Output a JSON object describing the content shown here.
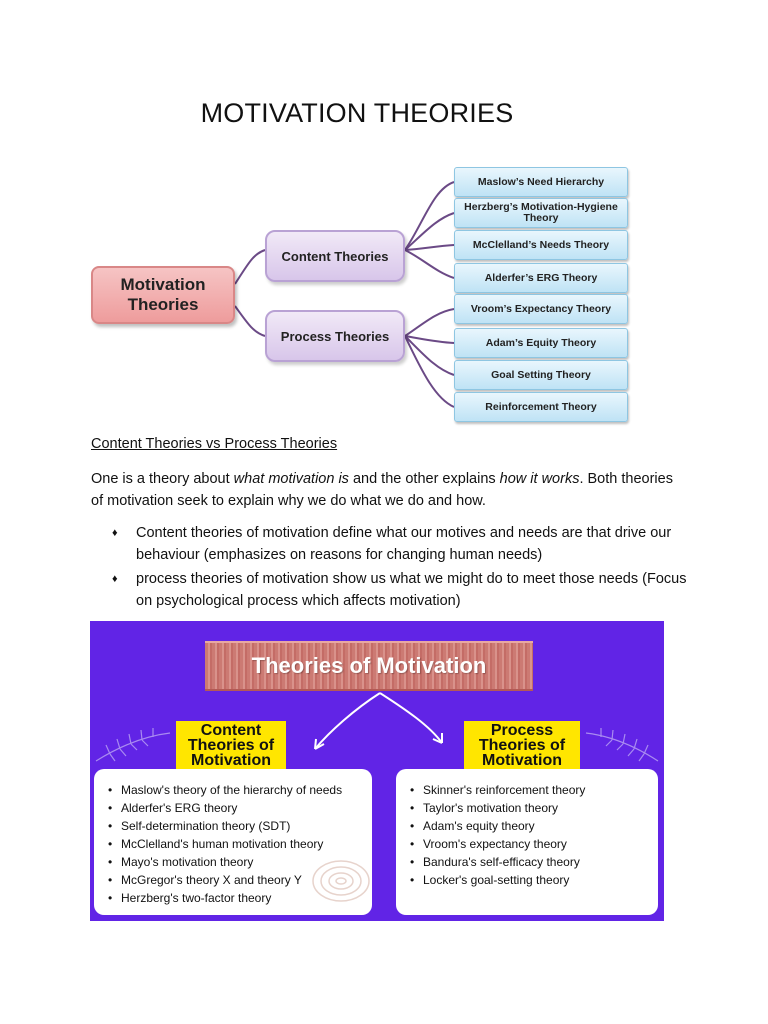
{
  "title": "MOTIVATION THEORIES",
  "diagram": {
    "root": "Motivation Theories",
    "branches": [
      {
        "label": "Content Theories",
        "leaves": [
          "Maslow’s Need Hierarchy",
          "Herzberg’s Motivation-Hygiene Theory",
          "McClelland’s Needs Theory",
          "Alderfer’s ERG Theory"
        ]
      },
      {
        "label": "Process Theories",
        "leaves": [
          "Vroom’s Expectancy Theory",
          "Adam’s Equity Theory",
          "Goal Setting Theory",
          "Reinforcement Theory"
        ]
      }
    ],
    "colors": {
      "root": "#f2acac",
      "branch": "#e4d6f1",
      "leaf": "#d3edf9",
      "connector": "#6b4a86"
    }
  },
  "section": {
    "heading": "Content Theories vs Process Theories",
    "para_parts": [
      "One is a theory about ",
      "what motivation is",
      " and the other explains ",
      "how it works",
      ". Both theories of motivation seek to explain why we do what we do and how."
    ],
    "bullet_glyph": "♦",
    "bullets": [
      "Content theories of motivation define what our motives and needs are that drive our behaviour (emphasizes on reasons for changing human needs)",
      "process theories of motivation show us what we might do to meet those needs (Focus on psychological process which affects motivation)"
    ]
  },
  "infographic": {
    "banner": "Theories of Motivation",
    "left_tag": [
      "Content",
      "Theories of",
      "Motivation"
    ],
    "right_tag": [
      "Process",
      "Theories of",
      "Motivation"
    ],
    "left_items": [
      "Maslow's theory of the hierarchy of needs",
      "Alderfer's ERG theory",
      "Self-determination theory (SDT)",
      "McClelland's human motivation theory",
      "Mayo's motivation theory",
      "McGregor's theory X and theory Y",
      "Herzberg's two-factor theory"
    ],
    "right_items": [
      "Skinner's reinforcement theory",
      "Taylor's motivation theory",
      "Adam's equity theory",
      "Vroom's expectancy theory",
      "Bandura's self-efficacy theory",
      "Locker's goal-setting theory"
    ],
    "colors": {
      "background": "#6124e6",
      "banner": "#cf807a",
      "tag": "#ffe600",
      "card": "#ffffff"
    }
  }
}
